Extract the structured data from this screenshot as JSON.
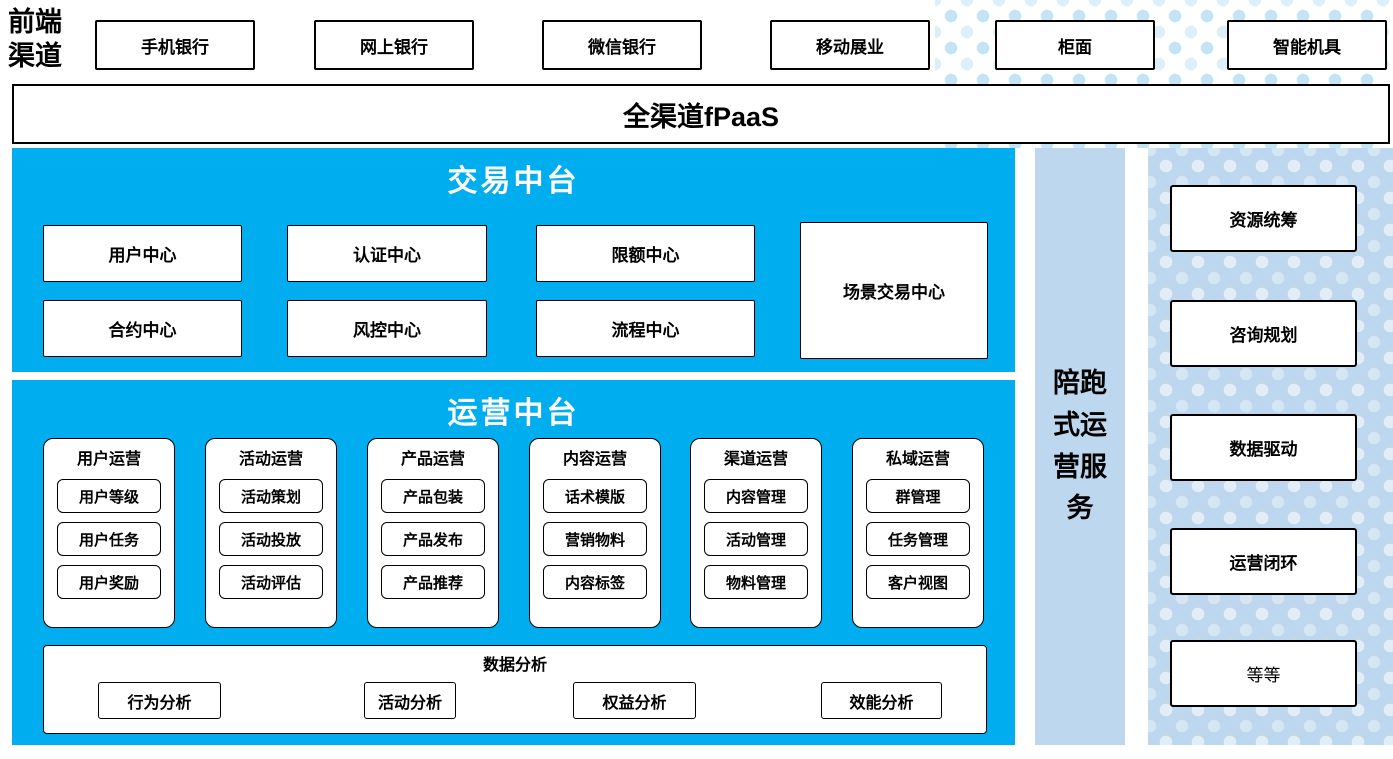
{
  "colors": {
    "accent_blue": "#00AEEF",
    "light_blue": "#BDD7EE",
    "dot_blue": "#C2E4F5"
  },
  "front": {
    "label": "前端渠道",
    "channels": [
      "手机银行",
      "网上银行",
      "微信银行",
      "移动展业",
      "柜面",
      "智能机具"
    ]
  },
  "fpaas": {
    "label": "全渠道fPaaS"
  },
  "transaction": {
    "title": "交易中台",
    "row1": [
      "用户中心",
      "认证中心",
      "限额中心"
    ],
    "row2": [
      "合约中心",
      "风控中心",
      "流程中心"
    ],
    "scenario": "场景交易中心"
  },
  "operations": {
    "title": "运营中台",
    "groups": [
      {
        "label": "用户运营",
        "items": [
          "用户等级",
          "用户任务",
          "用户奖励"
        ]
      },
      {
        "label": "活动运营",
        "items": [
          "活动策划",
          "活动投放",
          "活动评估"
        ]
      },
      {
        "label": "产品运营",
        "items": [
          "产品包装",
          "产品发布",
          "产品推荐"
        ]
      },
      {
        "label": "内容运营",
        "items": [
          "话术模版",
          "营销物料",
          "内容标签"
        ]
      },
      {
        "label": "渠道运营",
        "items": [
          "内容管理",
          "活动管理",
          "物料管理"
        ]
      },
      {
        "label": "私域运营",
        "items": [
          "群管理",
          "任务管理",
          "客户视图"
        ]
      }
    ],
    "analysis": {
      "label": "数据分析",
      "items": [
        "行为分析",
        "活动分析",
        "权益分析",
        "效能分析"
      ]
    }
  },
  "side": {
    "label": "陪跑式运营服务"
  },
  "right": {
    "items": [
      "资源统筹",
      "咨询规划",
      "数据驱动",
      "运营闭环",
      "等等"
    ]
  }
}
